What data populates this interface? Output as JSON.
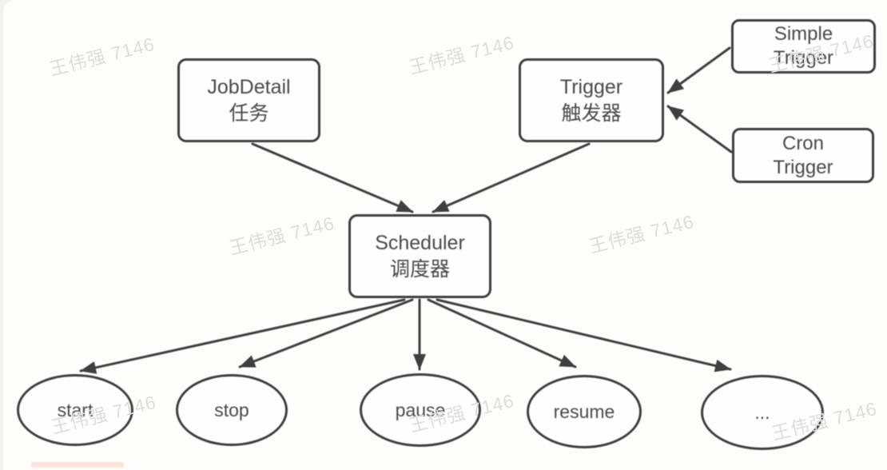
{
  "watermark": {
    "text": "王伟强 7146"
  },
  "colors": {
    "line": "#3f3f3f",
    "text": "#4a4a4a",
    "watermark": "#dedddb",
    "background": "#fdfdfc"
  },
  "nodes": {
    "jobdetail": {
      "title": "JobDetail",
      "subtitle": "任务"
    },
    "trigger": {
      "title": "Trigger",
      "subtitle": "触发器"
    },
    "simple_trigger": {
      "title": "Simple",
      "subtitle": "Trigger"
    },
    "cron_trigger": {
      "title": "Cron",
      "subtitle": "Trigger"
    },
    "scheduler": {
      "title": "Scheduler",
      "subtitle": "调度器"
    }
  },
  "operations": [
    {
      "label": "start"
    },
    {
      "label": "stop"
    },
    {
      "label": "pause"
    },
    {
      "label": "resume"
    },
    {
      "label": "..."
    }
  ],
  "edges": [
    {
      "from": "jobdetail",
      "to": "scheduler"
    },
    {
      "from": "trigger",
      "to": "scheduler"
    },
    {
      "from": "simple_trigger",
      "to": "trigger"
    },
    {
      "from": "cron_trigger",
      "to": "trigger"
    },
    {
      "from": "scheduler",
      "to": "start"
    },
    {
      "from": "scheduler",
      "to": "stop"
    },
    {
      "from": "scheduler",
      "to": "pause"
    },
    {
      "from": "scheduler",
      "to": "resume"
    },
    {
      "from": "scheduler",
      "to": "..."
    }
  ]
}
